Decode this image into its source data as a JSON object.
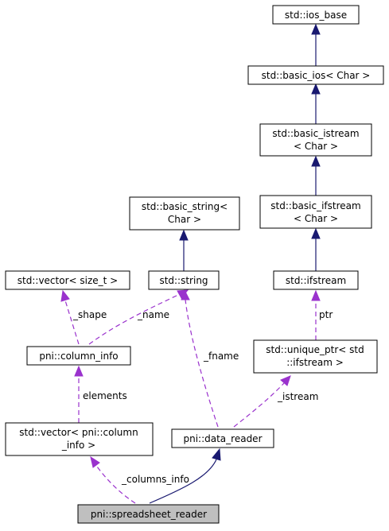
{
  "nodes": {
    "ios_base": [
      "std::ios_base"
    ],
    "basic_ios": [
      "std::basic_ios< Char >"
    ],
    "basic_istream": [
      "std::basic_istream",
      "< Char >"
    ],
    "basic_ifstream": [
      "std::basic_ifstream",
      "< Char >"
    ],
    "basic_string": [
      "std::basic_string<",
      "Char >"
    ],
    "ifstream": [
      "std::ifstream"
    ],
    "vector_size_t": [
      "std::vector< size_t >"
    ],
    "string": [
      "std::string"
    ],
    "unique_ptr": [
      "std::unique_ptr< std",
      "::ifstream >"
    ],
    "column_info": [
      "pni::column_info"
    ],
    "vector_column_info": [
      "std::vector< pni::column",
      "_info >"
    ],
    "data_reader": [
      "pni::data_reader"
    ],
    "spreadsheet_reader": [
      "pni::spreadsheet_reader"
    ]
  },
  "edges": {
    "shape": "_shape",
    "name": "_name",
    "fname": "_fname",
    "ptr": "ptr",
    "elements": "elements",
    "istream": "_istream",
    "columns_info": "_columns_info"
  },
  "colors": {
    "inheritance": "#191970",
    "usage": "#9a32cd",
    "focus_fill": "#bfbfbf"
  }
}
